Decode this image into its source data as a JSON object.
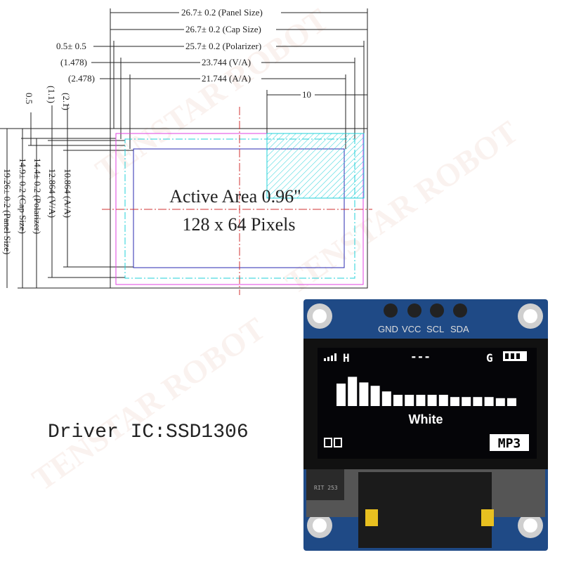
{
  "drawing": {
    "top_dims": {
      "panel": "26.7± 0.2 (Panel Size)",
      "cap": "26.7± 0.2 (Cap Size)",
      "polarizer_offset": "0.5± 0.5",
      "polarizer": "25.7± 0.2 (Polarizer)",
      "va_offset": "(1.478)",
      "va": "23.744 (V/A)",
      "aa_offset": "(2.478)",
      "aa": "21.744 (A/A)",
      "ten": "10"
    },
    "side_dims": {
      "off_05": "0.5",
      "off_11": "(1.1)",
      "off_21": "(2.1)",
      "aa": "10.864 (A/A)",
      "va": "12.864 (V/A)",
      "polarizer": "14.4± 0.2 (Polarizer)",
      "cap": "14.9± 0.2 (Cap Size)",
      "panel": "19.26± 0.2 (Panel Size)"
    },
    "active_area": "Active Area 0.96\"",
    "pixels": "128 x 64 Pixels",
    "colors": {
      "magenta": "#e040e0",
      "cyan": "#20d0d8",
      "blue": "#2a2ab0",
      "red": "#d03030"
    }
  },
  "driver_ic": "Driver IC:SSD1306",
  "module": {
    "pins": [
      "GND",
      "VCC",
      "SCL",
      "SDA"
    ],
    "screen": {
      "status_h": "H",
      "status_dashes": "---",
      "status_g": "G",
      "label": "White",
      "mp3": "MP3",
      "bars": [
        10,
        13,
        10.5,
        9,
        6.5,
        5,
        5,
        5,
        5,
        5,
        4,
        4,
        4,
        4,
        3.5,
        3.5
      ]
    },
    "chip_mark": "RIT 253",
    "pcb_color": "#1f4a86"
  },
  "watermark": "TENSTAR ROBOT"
}
